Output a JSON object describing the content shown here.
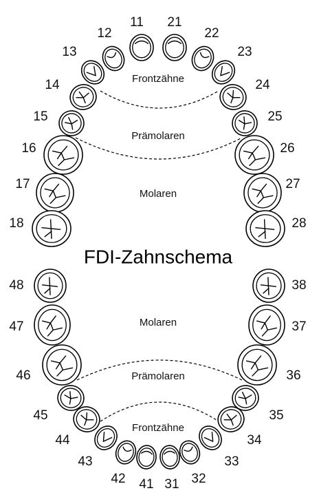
{
  "title": "FDI-Zahnschema",
  "upper_jaw": {
    "regions": {
      "front": "Frontzähne",
      "premolar": "Prämolaren",
      "molar": "Molaren"
    },
    "tooth_numbers": [
      "11",
      "12",
      "13",
      "14",
      "15",
      "16",
      "17",
      "18",
      "21",
      "22",
      "23",
      "24",
      "25",
      "26",
      "27",
      "28"
    ]
  },
  "lower_jaw": {
    "regions": {
      "front": "Frontzähne",
      "premolar": "Prämolaren",
      "molar": "Molaren"
    },
    "tooth_numbers": [
      "31",
      "32",
      "33",
      "34",
      "35",
      "36",
      "37",
      "38",
      "41",
      "42",
      "43",
      "44",
      "45",
      "46",
      "47",
      "48"
    ]
  }
}
